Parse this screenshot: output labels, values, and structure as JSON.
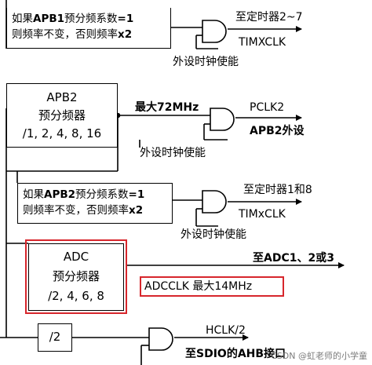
{
  "blocks": {
    "apb1_cond": {
      "line1_pre": "如果",
      "line1_bold1": "APB1",
      "line1_mid": "预分频系数",
      "line1_bold2": "=1",
      "line2_pre": "则频率不变，否则频率",
      "line2_bold": "x2"
    },
    "apb2_prescaler": {
      "line1": "APB2",
      "line2": "预分频器",
      "line3": "/1, 2, 4, 8, 16"
    },
    "apb2_cond": {
      "line1_pre": "如果",
      "line1_bold1": "APB2",
      "line1_mid": "预分频系数",
      "line1_bold2": "=1",
      "line2_pre": "则频率不变，否则频率",
      "line2_bold": "x2"
    },
    "adc_prescaler": {
      "line1": "ADC",
      "line2": "预分频器",
      "line3": "/2, 4, 6, 8"
    },
    "div2": {
      "label": "/2"
    }
  },
  "labels": {
    "to_timer_2_7": "至定时器2~7",
    "timxclk_1": "TIMXCLK",
    "periph_enable_1": "外设时钟使能",
    "max_72": "最大72MHz",
    "pclk2": "PCLK2",
    "apb2_periph": "APB2外设",
    "periph_enable_2": "外设时钟使能",
    "to_timer_1_8": "至定时器1和8",
    "timxclk_2": "TIMxCLK",
    "periph_enable_3": "外设时钟使能",
    "to_adc": "至ADC1、2或3",
    "adcclk": "ADCCLK  最大14MHz",
    "hclk_2": "HCLK/2",
    "to_sdio": "至SDIO的AHB接口"
  },
  "watermark": "CSDN @虹老师的小学童",
  "colors": {
    "highlight": "#d7262c",
    "line": "#000000"
  }
}
